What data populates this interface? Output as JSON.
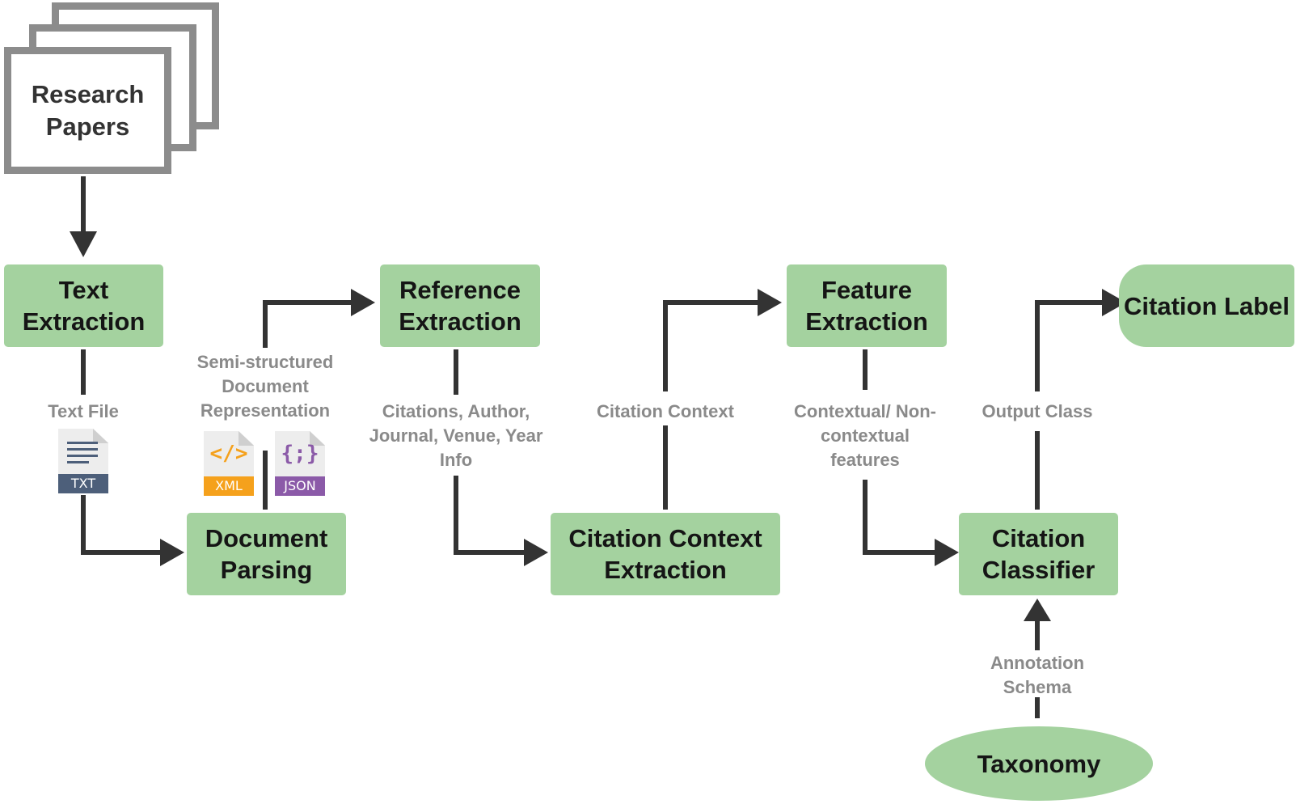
{
  "colors": {
    "node_fill": "#a4d29f",
    "arrow": "#333333",
    "edge_label": "#8a8a8a",
    "paper_border": "#8c8c8c",
    "txt_tag": "#4d5f7a",
    "xml_accent": "#f5a11c",
    "json_accent": "#8b5aa8"
  },
  "input": {
    "label": "Research Papers"
  },
  "nodes": {
    "text_extraction": "Text Extraction",
    "document_parsing": "Document Parsing",
    "reference_extraction": "Reference Extraction",
    "citation_context_extraction": "Citation Context Extraction",
    "feature_extraction": "Feature Extraction",
    "citation_classifier": "Citation Classifier",
    "citation_label": "Citation Label",
    "taxonomy": "Taxonomy"
  },
  "edges": {
    "text_file": "Text File",
    "semi_structured": "Semi-structured Document Representation",
    "citations_info": "Citations, Author, Journal, Venue, Year Info",
    "citation_context": "Citation Context",
    "contextual_features": "Contextual/ Non-contextual features",
    "output_class": "Output Class",
    "annotation_schema": "Annotation Schema"
  },
  "file_icons": {
    "txt": {
      "icon": "text-lines-icon",
      "tag": "TXT"
    },
    "xml": {
      "icon": "code-icon",
      "glyph": "</>",
      "tag": "XML"
    },
    "json": {
      "icon": "braces-icon",
      "glyph": "{;}",
      "tag": "JSON"
    }
  }
}
